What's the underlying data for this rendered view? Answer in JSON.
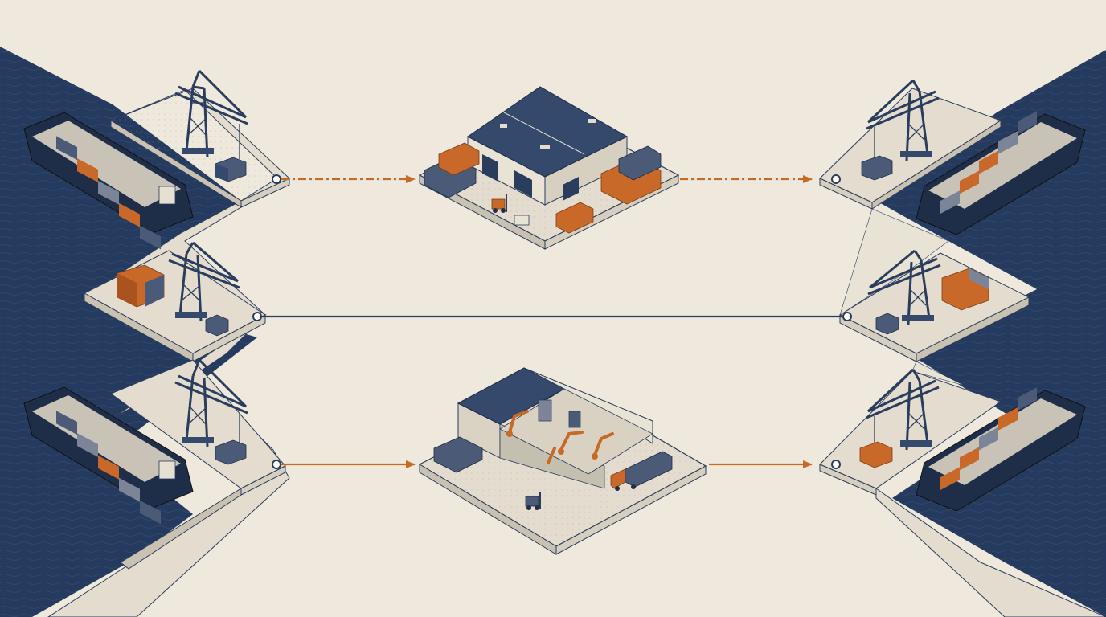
{
  "colors": {
    "paper": "#efe9dd",
    "water": "#243a5e",
    "water_dark": "#1b2d4a",
    "quay": "#e4ddcf",
    "quay_side": "#c9c1b1",
    "line": "#2b3d5c",
    "navy": "#34496b",
    "orange": "#c8692a",
    "grey_container": "#7c8597",
    "connector_solid": "#2b3d5c",
    "connector_arrow": "#c8692a"
  },
  "icons": {
    "crane": "gantry-crane-icon",
    "ship": "container-ship-icon",
    "warehouse": "warehouse-icon",
    "factory": "factory-icon",
    "forklift": "forklift-icon",
    "truck": "truck-icon",
    "robot_arm": "robot-arm-icon"
  },
  "connectors": [
    {
      "id": "top-left-to-warehouse",
      "style": "dashed",
      "arrow": true
    },
    {
      "id": "warehouse-to-top-right",
      "style": "dashed",
      "arrow": true
    },
    {
      "id": "middle-direct",
      "style": "solid",
      "arrow": false
    },
    {
      "id": "bottom-left-to-factory",
      "style": "solid",
      "arrow": true
    },
    {
      "id": "factory-to-bottom-right",
      "style": "solid",
      "arrow": true
    }
  ]
}
